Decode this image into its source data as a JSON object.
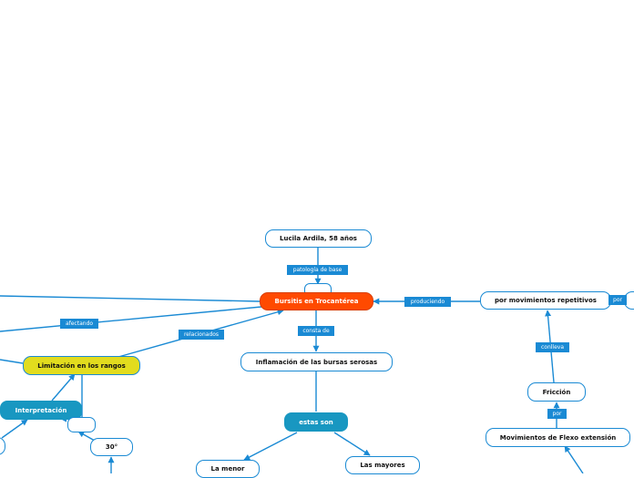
{
  "colors": {
    "connector": "#1a8ad4",
    "central_node": "#ff4a00",
    "highlight_node": "#e2dc1e",
    "section_node": "#1897c1",
    "label_background": "#1a8ad4"
  },
  "nodes": {
    "patient": "Lucila Ardila, 58 años",
    "central": "Bursitis en Trocantérea",
    "inflammation": "Inflamación de las bursas serosas",
    "are": "estas son",
    "minor": "La menor",
    "major": "Las mayores",
    "repetitive": "por movimientos repetitivos",
    "friction": "Fricción",
    "flexion": "Movimientos de Flexo extensión",
    "limitation": "Limitación en los rangos",
    "interpretation": "Interpretación",
    "degrees": "30°"
  },
  "labels": {
    "base_pathology": "patología de base",
    "consists_of": "consta de",
    "producing": "produciendo",
    "entails": "conlleva",
    "by_friction": "por",
    "by_right": "por",
    "affecting": "afectando",
    "related": "relacionados"
  }
}
